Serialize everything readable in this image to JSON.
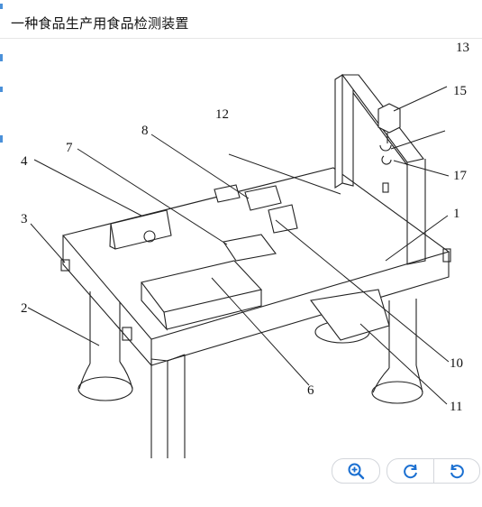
{
  "header": {
    "title": "一种食品生产用食品检测装置"
  },
  "diagram": {
    "labels": [
      "1",
      "2",
      "3",
      "4",
      "6",
      "7",
      "8",
      "10",
      "11",
      "12",
      "13",
      "15",
      "17"
    ]
  },
  "toolbar": {
    "zoom_in": "zoom-in",
    "rotate_right": "rotate-clockwise",
    "rotate_left": "rotate-counterclockwise"
  },
  "colors": {
    "accent": "#1a6fd1",
    "border": "#d3d6db",
    "line": "#222222"
  }
}
